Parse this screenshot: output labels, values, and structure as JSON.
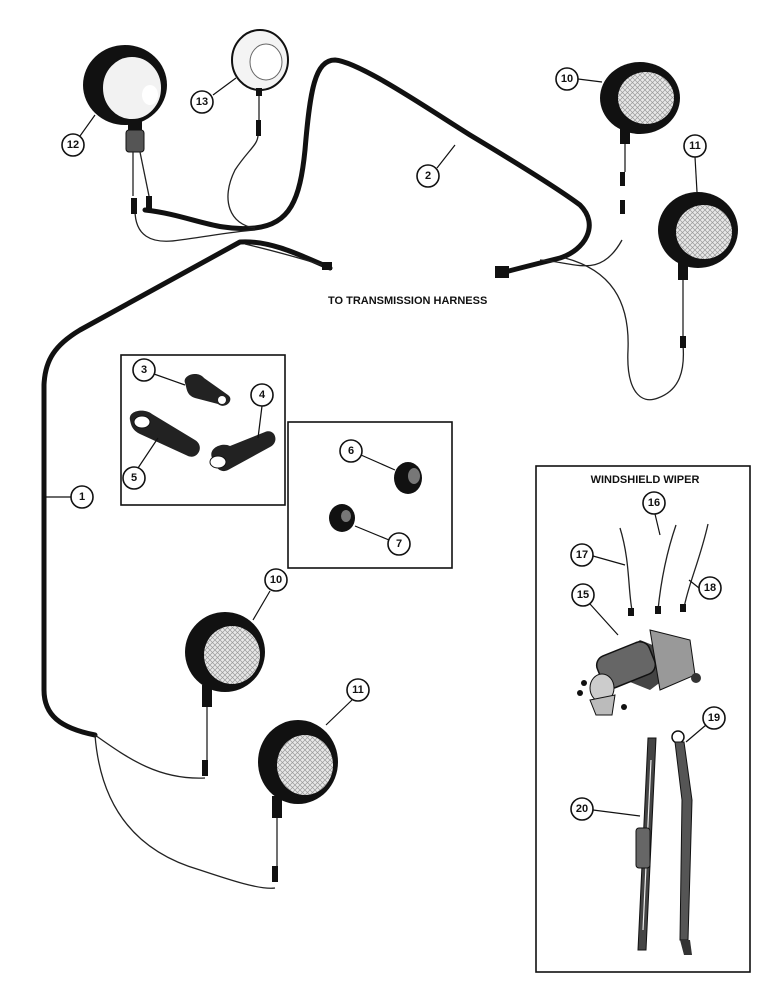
{
  "labels": {
    "to_transmission": "TO TRANSMISSION HARNESS",
    "windshield_wiper": "WINDSHIELD WIPER"
  },
  "callouts": {
    "c1": "1",
    "c2": "2",
    "c3": "3",
    "c4": "4",
    "c5": "5",
    "c6": "6",
    "c7": "7",
    "c10a": "10",
    "c11a": "11",
    "c10b": "10",
    "c11b": "11",
    "c12": "12",
    "c13": "13",
    "c15": "15",
    "c16": "16",
    "c17": "17",
    "c18": "18",
    "c19": "19",
    "c20": "20"
  }
}
